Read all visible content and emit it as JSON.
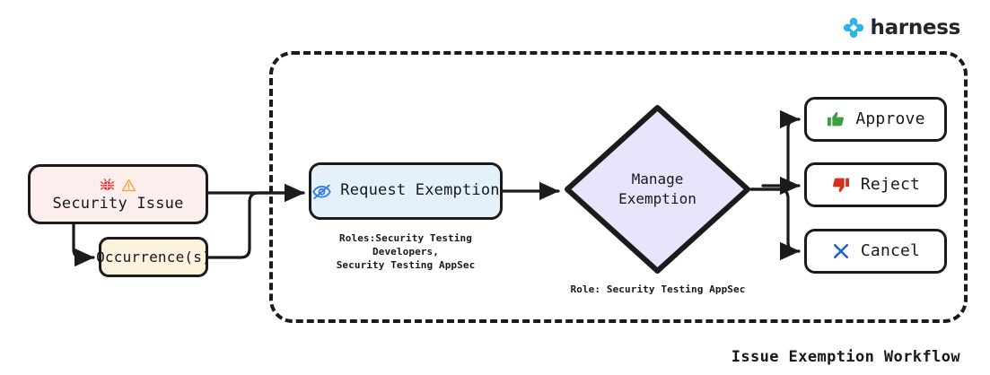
{
  "brand": {
    "name": "harness",
    "mark_icon": "harness-logo-icon",
    "color": "#29b5e8"
  },
  "diagram": {
    "title": "Issue Exemption Workflow",
    "group_label": "",
    "border_style": "dashed"
  },
  "nodes": {
    "security_issue": {
      "label": "Security Issue",
      "fill": "#fdeeee",
      "icons": [
        "bug-icon",
        "warning-triangle-icon"
      ],
      "icon_colors": [
        "#e8312a",
        "#f0a53c"
      ]
    },
    "occurrences": {
      "label": "Occurrence(s)",
      "fill": "#fdf2de"
    },
    "request_exemption": {
      "label": "Request Exemption",
      "fill": "#e4f1fb",
      "icon": "eye-slash-icon",
      "icon_color": "#2f7fe0",
      "caption": "Roles:Security Testing Developers,\nSecurity Testing AppSec"
    },
    "manage_exemption": {
      "label": "Manage\nExemption",
      "fill": "#e9e4fb",
      "shape": "diamond",
      "caption": "Role: Security Testing AppSec"
    },
    "approve": {
      "label": "Approve",
      "fill": "#ffffff",
      "icon": "thumbs-up-icon",
      "icon_color": "#3d9e44"
    },
    "reject": {
      "label": "Reject",
      "fill": "#ffffff",
      "icon": "thumbs-down-icon",
      "icon_color": "#d3321f"
    },
    "cancel": {
      "label": "Cancel",
      "fill": "#ffffff",
      "icon": "cross-icon",
      "icon_color": "#1a5fd0"
    }
  },
  "edges": [
    {
      "from": "security_issue",
      "to": "request_exemption"
    },
    {
      "from": "security_issue",
      "to": "occurrences"
    },
    {
      "from": "occurrences",
      "to": "request_exemption"
    },
    {
      "from": "request_exemption",
      "to": "manage_exemption"
    },
    {
      "from": "manage_exemption",
      "to": "approve"
    },
    {
      "from": "manage_exemption",
      "to": "reject"
    },
    {
      "from": "manage_exemption",
      "to": "cancel"
    }
  ]
}
